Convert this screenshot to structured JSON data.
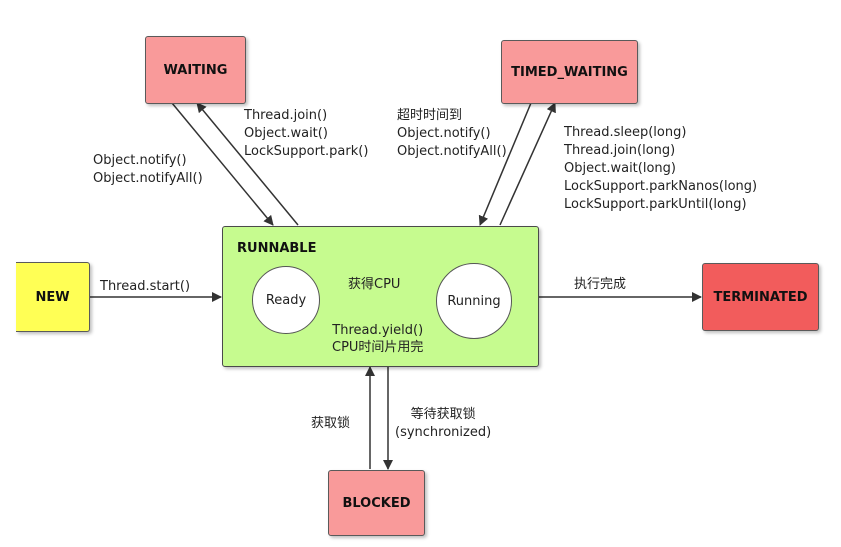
{
  "states": {
    "new": "NEW",
    "runnable": "RUNNABLE",
    "ready": "Ready",
    "running": "Running",
    "waiting": "WAITING",
    "timed_waiting": "TIMED_WAITING",
    "blocked": "BLOCKED",
    "terminated": "TERMINATED"
  },
  "transitions": {
    "new_to_runnable": "Thread.start()",
    "ready_to_running": "获得CPU",
    "running_to_ready": [
      "Thread.yield()",
      "CPU时间片用完"
    ],
    "runnable_to_waiting": [
      "Thread.join()",
      "Object.wait()",
      "LockSupport.park()"
    ],
    "waiting_to_runnable": [
      "Object.notify()",
      "Object.notifyAll()"
    ],
    "timed_waiting_to_runnable": [
      "超时时间到",
      "Object.notify()",
      "Object.notifyAll()"
    ],
    "runnable_to_timed_waiting": [
      "Thread.sleep(long)",
      "Thread.join(long)",
      "Object.wait(long)",
      "LockSupport.parkNanos(long)",
      "LockSupport.parkUntil(long)"
    ],
    "runnable_to_terminated": "执行完成",
    "blocked_to_runnable": "获取锁",
    "runnable_to_blocked": [
      "等待获取锁",
      "(synchronized)"
    ]
  },
  "colors": {
    "new": "#ffff55",
    "runnable": "#c6fb8f",
    "waiting": "#f99a9a",
    "terminated": "#f25c5c"
  }
}
